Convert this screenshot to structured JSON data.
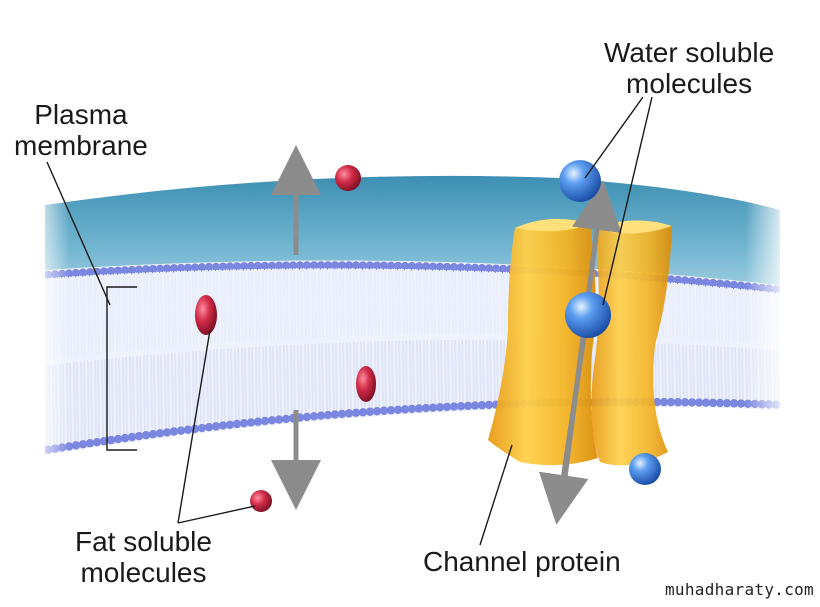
{
  "labels": {
    "plasma_membrane": [
      "Plasma",
      "membrane"
    ],
    "water_soluble": [
      "Water soluble",
      "molecules"
    ],
    "fat_soluble": [
      "Fat soluble",
      "molecules"
    ],
    "channel_protein": "Channel protein"
  },
  "watermark": "muhadharaty.com",
  "colors": {
    "water_surface": "#5aa7c4",
    "membrane_heads": "#7b86e0",
    "membrane_tails": "#e9eefb",
    "channel_protein": "#f2b21e",
    "fat_molecule": "#c8273e",
    "water_molecule": "#3f7fd8",
    "arrow": "#8c8c8c"
  }
}
